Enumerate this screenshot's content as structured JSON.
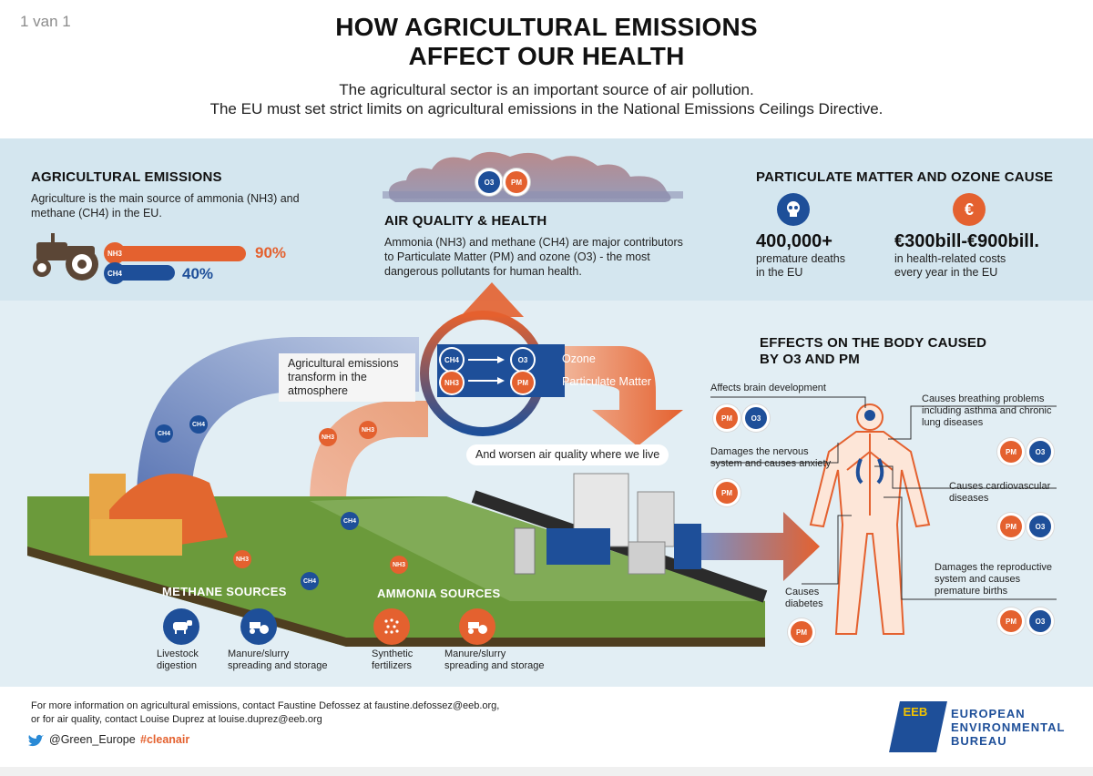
{
  "viewer": {
    "page_indicator": "1 van 1"
  },
  "header": {
    "title_line1": "HOW AGRICULTURAL  EMISSIONS",
    "title_line2": "AFFECT OUR HEALTH",
    "subtitle_line1": "The agricultural sector is an important source of air pollution.",
    "subtitle_line2": "The EU must set strict limits on agricultural emissions in the National Emissions Ceilings Directive."
  },
  "agricultural_emissions": {
    "heading": "AGRICULTURAL  EMISSIONS",
    "text_line1": "Agriculture is the main source of ammonia (NH3) and",
    "text_line2": "methane (CH4) in the EU.",
    "bars": [
      {
        "label": "NH3",
        "value_label": "90%",
        "value": 0.9,
        "color": "#e4612f"
      },
      {
        "label": "CH4",
        "value_label": "40%",
        "value": 0.4,
        "color": "#1e4f99"
      }
    ]
  },
  "air_quality": {
    "heading": "AIR QUALITY & HEALTH",
    "cloud_badges": [
      "O3",
      "PM"
    ],
    "text_line1": "Ammonia (NH3) and methane (CH4) are major contributors",
    "text_line2": "to Particulate Matter (PM) and ozone (O3)  -  the most",
    "text_line3": "dangerous pollutants for human health."
  },
  "pm_ozone": {
    "heading": "PARTICULATE MATTER AND OZONE CAUSE",
    "deaths_value": "400,000+",
    "deaths_line1": "premature deaths",
    "deaths_line2": "in the EU",
    "cost_symbol": "€",
    "cost_value": "€300bill-€900bill.",
    "cost_line1": "in health-related costs",
    "cost_line2": "every year in the EU"
  },
  "transformation": {
    "label_line1": "Agricultural emissions",
    "label_line2": "transform in the",
    "label_line3": "atmosphere",
    "rows": [
      {
        "from": "CH4",
        "to": "O3",
        "name": "Ozone"
      },
      {
        "from": "NH3",
        "to": "PM",
        "name": "Particulate Matter"
      }
    ],
    "worsen_label": "And worsen air quality where we live"
  },
  "scene_badges": {
    "ch4": "CH4",
    "nh3": "NH3"
  },
  "sources": {
    "methane_label": "METHANE  SOURCES",
    "ammonia_label": "AMMONIA  SOURCES",
    "items": [
      {
        "line1": "Livestock",
        "line2": "digestion",
        "color": "#1e4f99",
        "icon": "cow-icon"
      },
      {
        "line1": "Manure/slurry",
        "line2": "spreading and storage",
        "color": "#1e4f99",
        "icon": "tractor-icon"
      },
      {
        "line1": "Synthetic",
        "line2": "fertilizers",
        "color": "#e4612f",
        "icon": "fertilizer-icon"
      },
      {
        "line1": "Manure/slurry",
        "line2": "spreading and storage",
        "color": "#e4612f",
        "icon": "tractor-icon"
      }
    ]
  },
  "effects": {
    "heading_line1": "EFFECTS ON THE BODY CAUSED",
    "heading_line2": "BY O3 AND PM",
    "brain": "Affects brain development",
    "nervous_line1": "Damages the nervous",
    "nervous_line2": "system and causes anxiety",
    "diabetes_line1": "Causes",
    "diabetes_line2": "diabetes",
    "breathing_line1": "Causes breathing problems",
    "breathing_line2": "including asthma and chronic",
    "breathing_line3": "lung diseases",
    "cardio_line1": "Causes cardiovascular",
    "cardio_line2": "diseases",
    "repro_line1": "Damages the reproductive",
    "repro_line2": "system and causes",
    "repro_line3": "premature births",
    "pm": "PM",
    "o3": "O3"
  },
  "footer": {
    "contact_line1": "For more information on agricultural emissions, contact Faustine Defossez at faustine.defossez@eeb.org,",
    "contact_line2": "or for air quality, contact Louise Duprez at louise.duprez@eeb.org",
    "twitter_handle": "@Green_Europe",
    "hashtag": "#cleanair",
    "org_line1": "EUROPEAN",
    "org_line2": "ENVIRONMENTAL",
    "org_line3": "BUREAU",
    "logo_letters": "EEB"
  },
  "colors": {
    "orange": "#e4612f",
    "blue": "#1e4f99",
    "grass": "#5f8f32",
    "band": "#d4e6ef"
  }
}
